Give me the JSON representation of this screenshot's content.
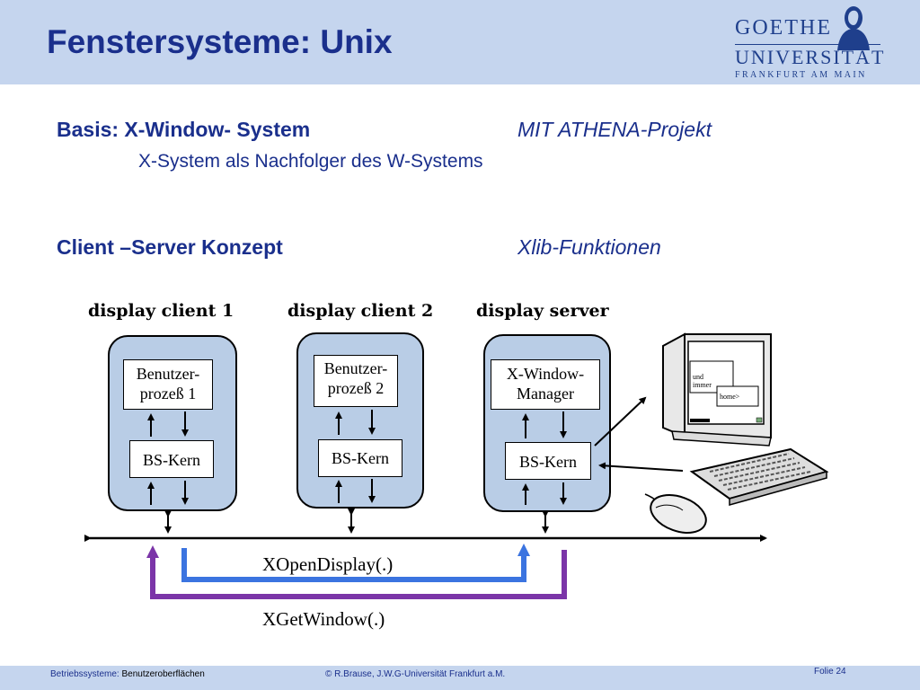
{
  "header": {
    "title": "Fenstersysteme: Unix"
  },
  "logo": {
    "line1": "GOETHE",
    "line2": "UNIVERSITÄT",
    "line3": "FRANKFURT AM MAIN"
  },
  "content": {
    "basis_label": "Basis: X-Window- System",
    "mit_label": "MIT  ATHENA-Projekt",
    "sub_label": "X-System als Nachfolger des W-Systems",
    "client_server_label": "Client –Server Konzept",
    "xlib_label": "Xlib-Funktionen"
  },
  "diagram": {
    "client1": {
      "heading": "display client 1",
      "box_top_l1": "Benutzer-",
      "box_top_l2": "prozeß 1",
      "kernel": "BS-Kern"
    },
    "client2": {
      "heading": "display client 2",
      "box_top_l1": "Benutzer-",
      "box_top_l2": "prozeß 2",
      "kernel": "BS-Kern"
    },
    "server": {
      "heading": "display server",
      "box_top_l1": "X-Window-",
      "box_top_l2": "Manager",
      "kernel": "BS-Kern"
    },
    "monitor": {
      "window_text_1": "und",
      "window_text_2": "immer",
      "window_text_3": "home>"
    },
    "call_open": "XOpenDisplay(.)",
    "call_get": "XGetWindow(.)",
    "colors": {
      "open_arrow": "#3b74e0",
      "get_arrow": "#7b35a8",
      "panel": "#b9cde6"
    }
  },
  "footer": {
    "course_prefix": "Betriebssysteme: ",
    "course_topic": "Benutzeroberflächen",
    "copyright": "© R.Brause, J.W.G-Universität Frankfurt a.M.",
    "slide": "Folie 24"
  }
}
